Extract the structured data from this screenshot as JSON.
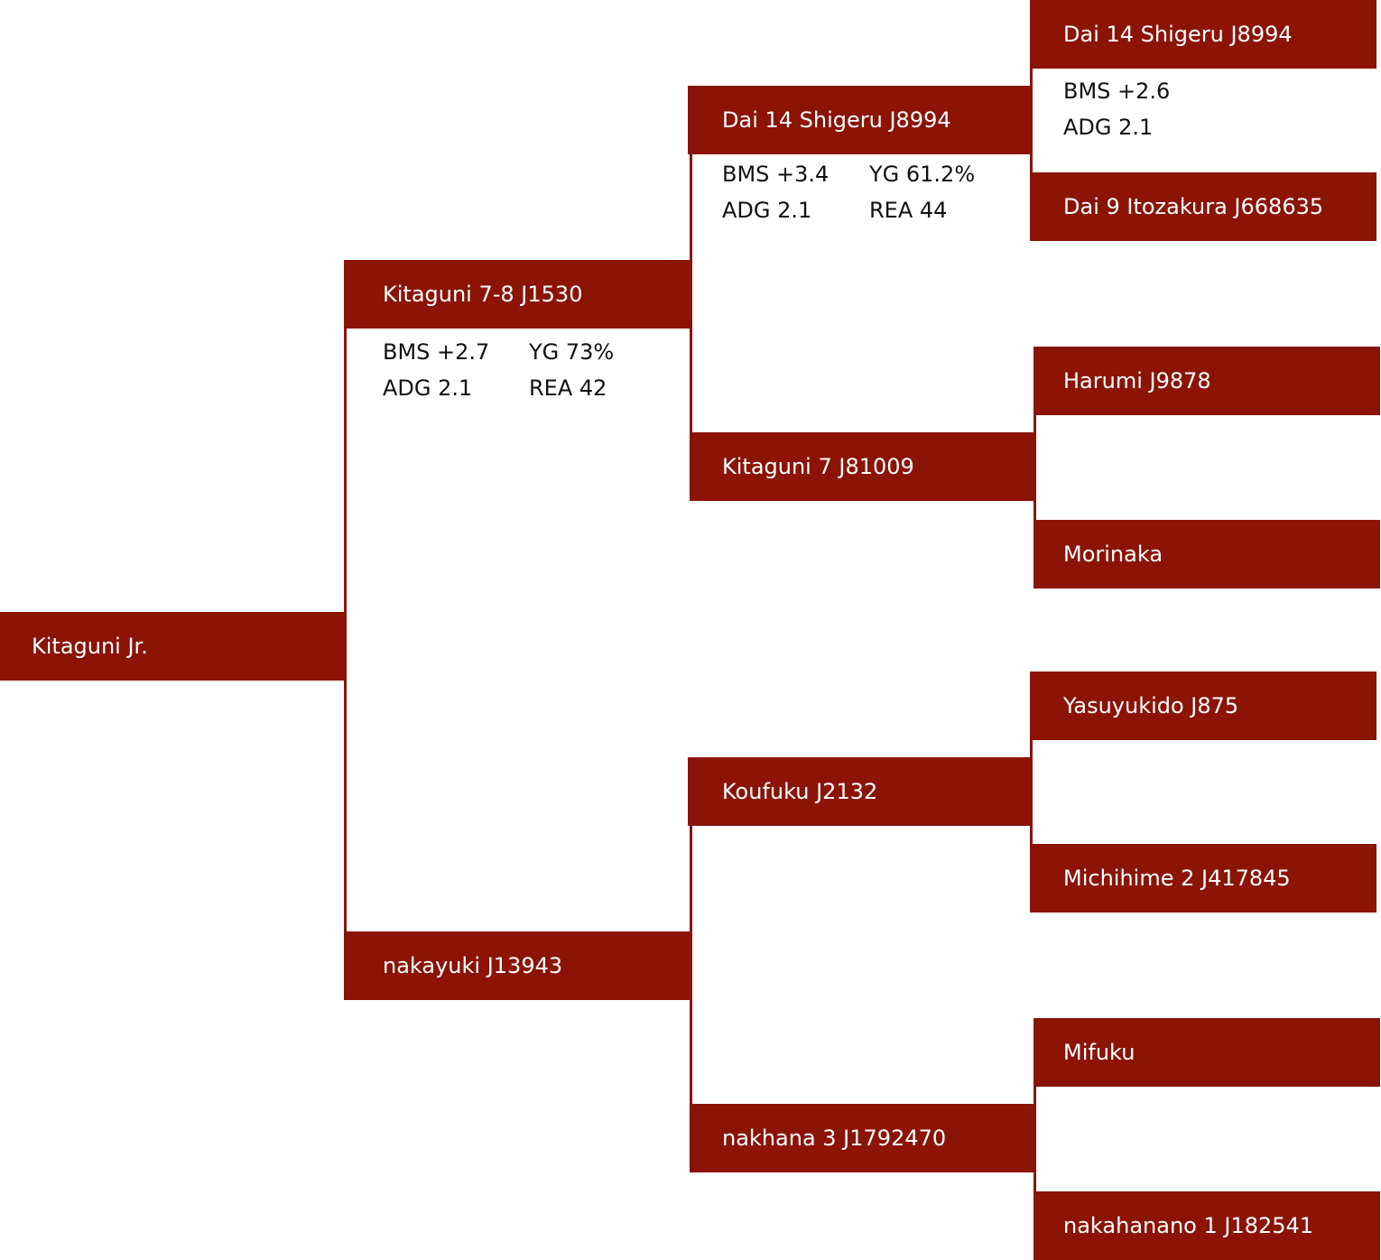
{
  "nodes": {
    "root": "Kitaguni Jr.",
    "sire": "Kitaguni 7-8 J1530",
    "dam": "nakayuki J13943",
    "sire_sire": "Dai 14 Shigeru J8994",
    "sire_dam": "Kitaguni 7 J81009",
    "dam_sire": "Koufuku J2132",
    "dam_dam": "nakhana 3 J1792470",
    "sss": "Dai 14 Shigeru J8994",
    "ssd": "Dai 9 Itozakura J668635",
    "sds": "Harumi J9878",
    "sdd": "Morinaka",
    "dss": "Yasuyukido J875",
    "dsd": "Michihime 2 J417845",
    "dds": "Mifuku",
    "ddd": "nakahanano 1 J182541"
  },
  "stats": {
    "sire": {
      "bms": "BMS +2.7",
      "yg": "YG 73%",
      "adg": "ADG 2.1",
      "rea": "REA 42"
    },
    "sire_sire": {
      "bms": "BMS +3.4",
      "yg": "YG 61.2%",
      "adg": "ADG 2.1",
      "rea": "REA 44"
    },
    "sss": {
      "bms": "BMS +2.6",
      "adg": "ADG 2.1"
    }
  },
  "colors": {
    "node_fill": "#8b1407",
    "node_text": "#ffffff",
    "stat_text": "#111111"
  }
}
